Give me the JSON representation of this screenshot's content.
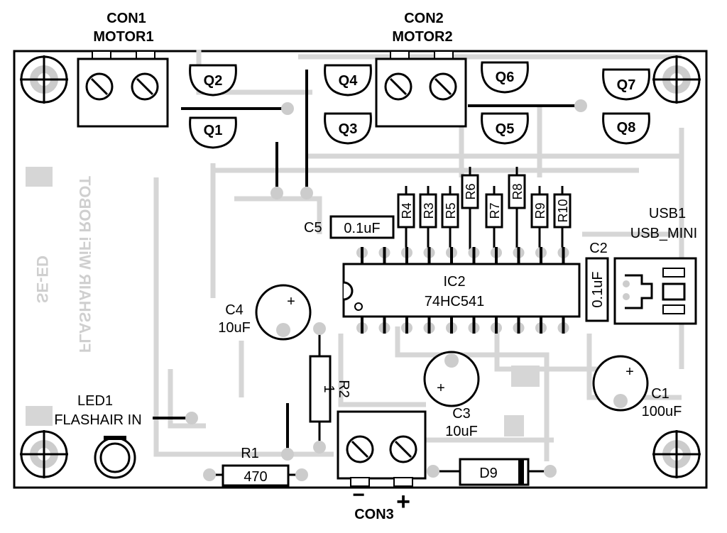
{
  "board": {
    "con1": {
      "ref": "CON1",
      "value": "MOTOR1"
    },
    "con2": {
      "ref": "CON2",
      "value": "MOTOR2"
    },
    "con3": {
      "ref": "CON3",
      "minus": "−",
      "plus": "+"
    },
    "transistors": [
      "Q1",
      "Q2",
      "Q3",
      "Q4",
      "Q5",
      "Q6",
      "Q7",
      "Q8"
    ],
    "resistors": {
      "r1_ref": "R1",
      "r1_value": "470",
      "r2_ref": "R2",
      "r2_value": "1",
      "small": [
        "R4",
        "R3",
        "R5",
        "R6",
        "R7",
        "R8",
        "R9",
        "R10"
      ]
    },
    "c1": {
      "ref": "C1",
      "value": "100uF"
    },
    "c2": {
      "ref": "C2",
      "value": "0.1uF"
    },
    "c3": {
      "ref": "C3",
      "value": "10uF"
    },
    "c4": {
      "ref": "C4",
      "value": "10uF"
    },
    "c5": {
      "ref": "C5",
      "value": "0.1uF"
    },
    "ic2": {
      "ref": "IC2",
      "value": "74HC541"
    },
    "usb1": {
      "ref": "USB1",
      "value": "USB_MINI"
    },
    "led1": {
      "ref": "LED1",
      "value": "FLASHAIR IN"
    },
    "d9": {
      "ref": "D9"
    },
    "polarity_plus": "+",
    "silkscreen_mirrored": [
      "FLASHAIR WiFi ROBOT",
      "SE-ED"
    ]
  }
}
